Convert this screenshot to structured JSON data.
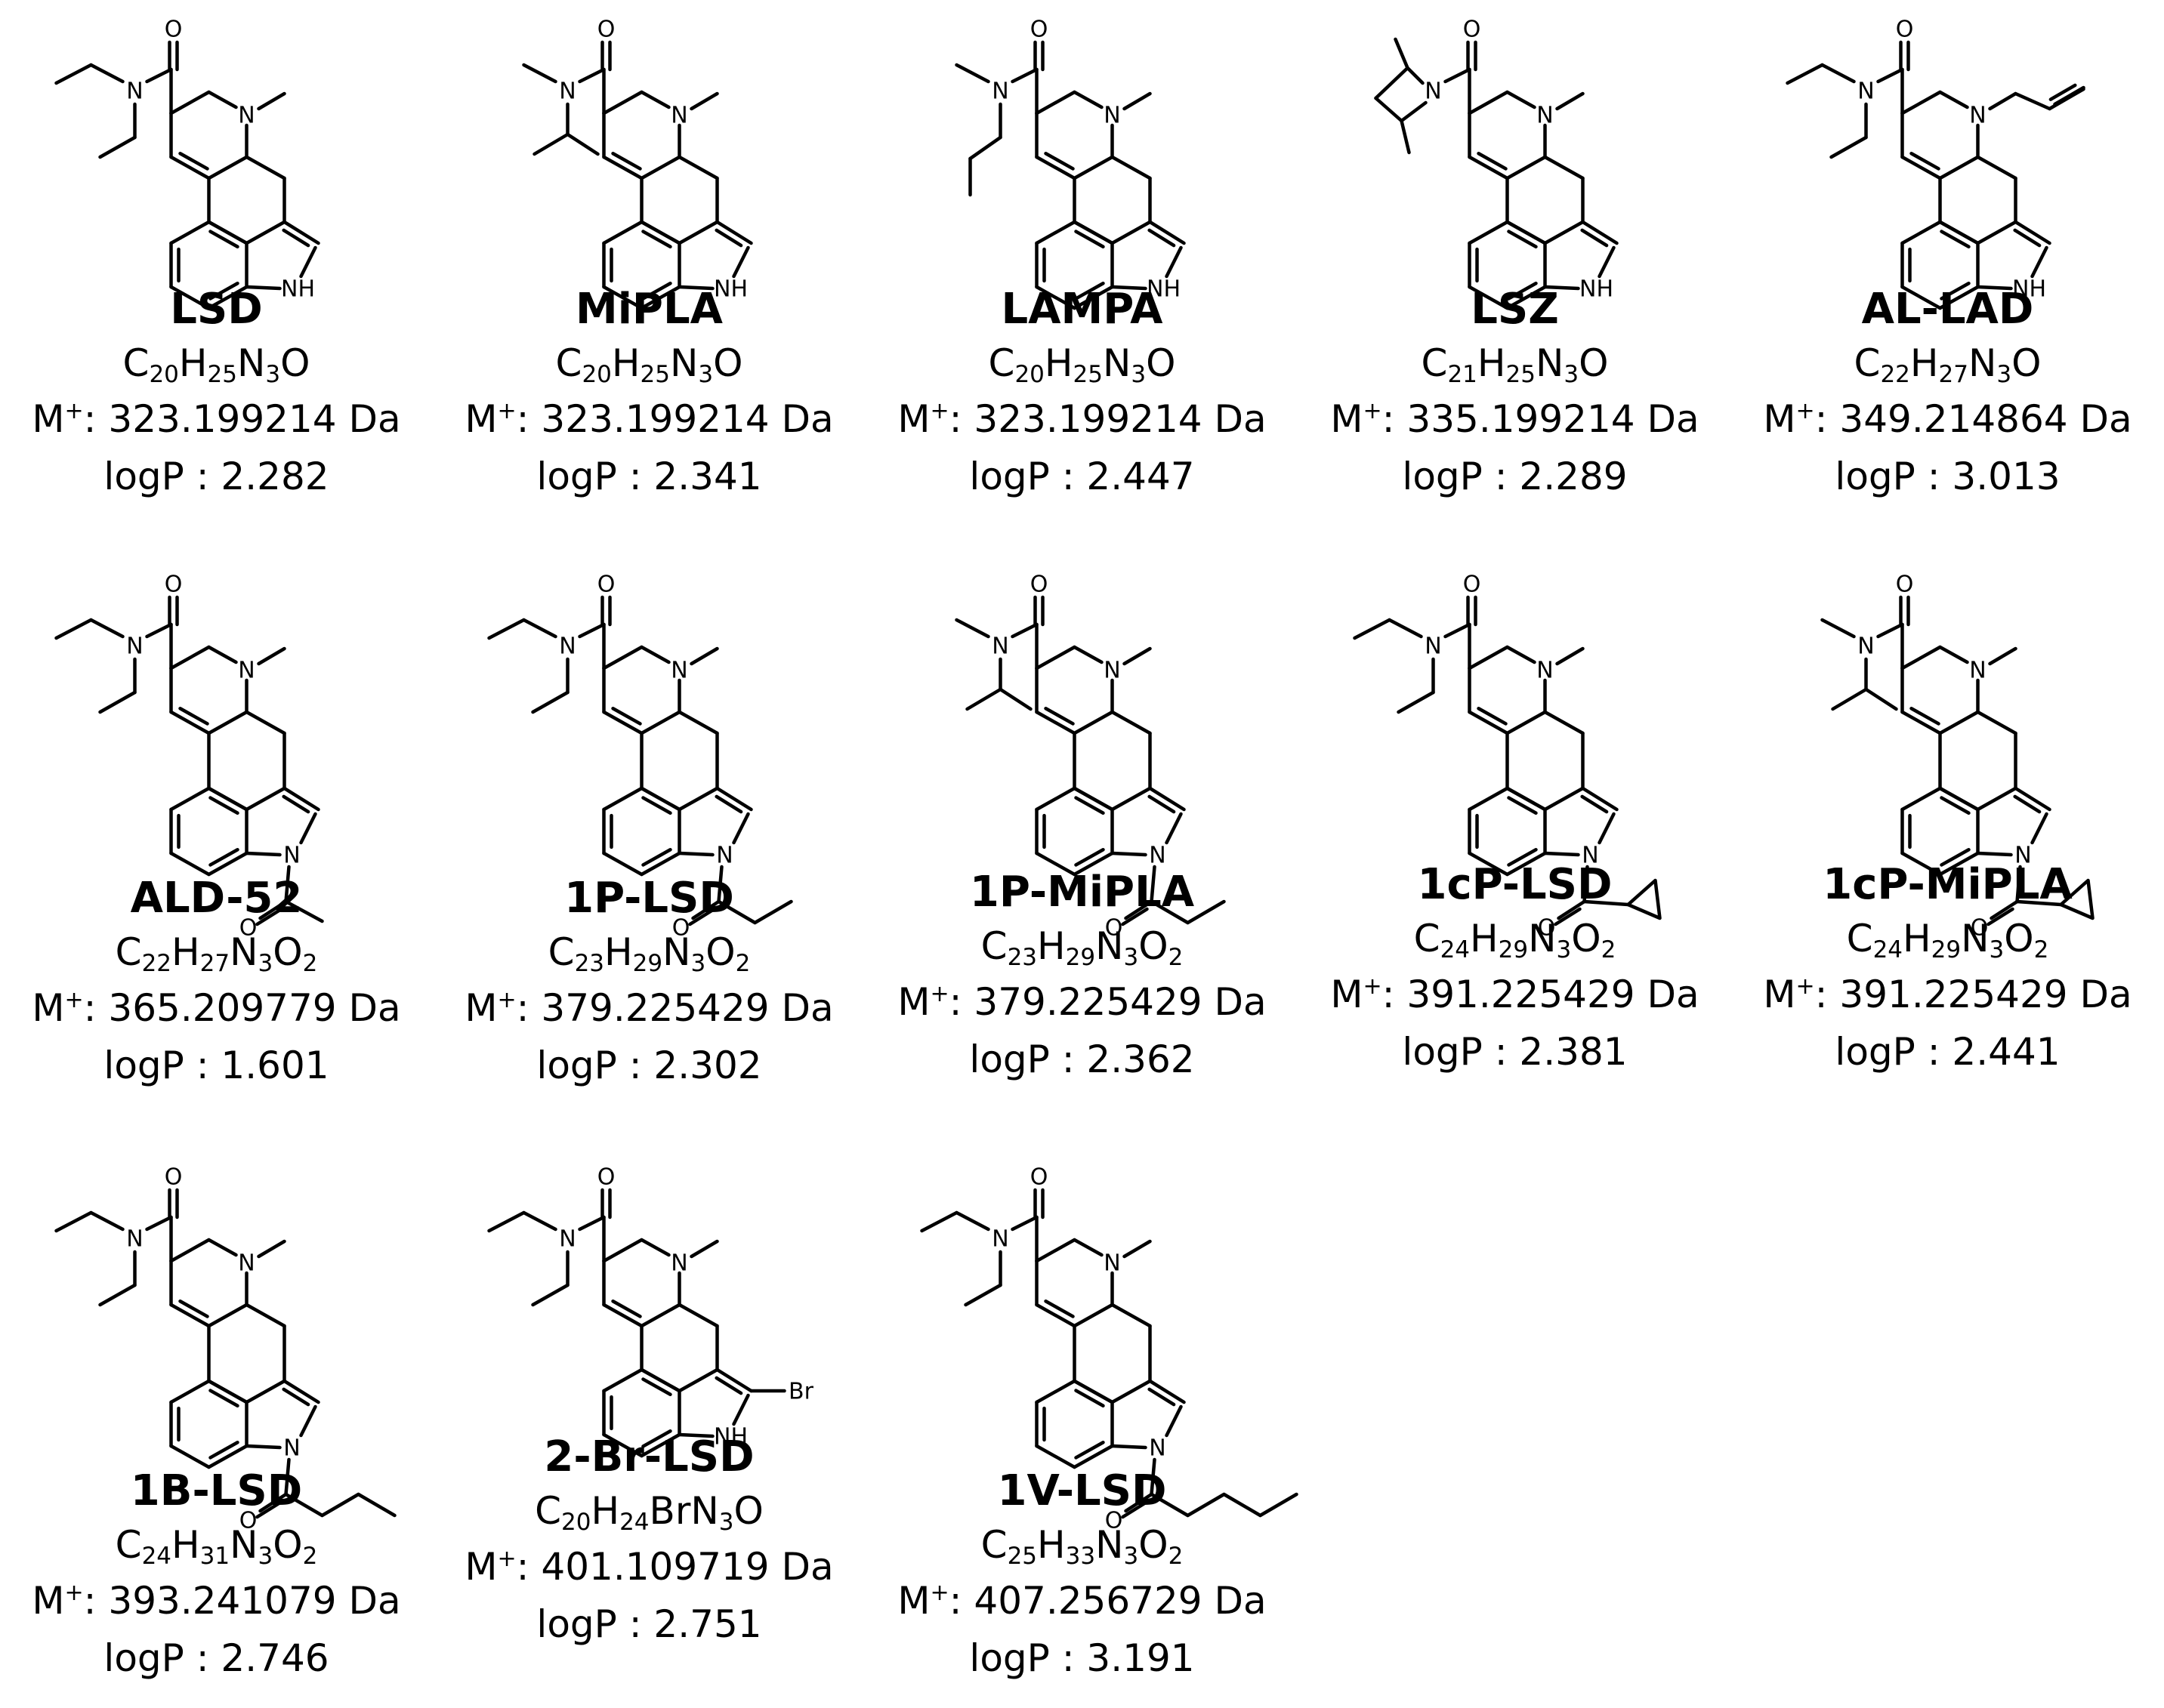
{
  "compounds": [
    {
      "name": "LSD",
      "formula": [
        [
          "C",
          "20"
        ],
        [
          "H",
          "25"
        ],
        [
          "N",
          "3"
        ],
        [
          "O",
          ""
        ]
      ],
      "mass_prefix": "M",
      "mass_sup": "+",
      "mass_value": ": 323.199214 Da",
      "logp": "logP : 2.282",
      "amide": "diethyl",
      "n6": "methyl",
      "n1": "H",
      "c2": ""
    },
    {
      "name": "MiPLA",
      "formula": [
        [
          "C",
          "20"
        ],
        [
          "H",
          "25"
        ],
        [
          "N",
          "3"
        ],
        [
          "O",
          ""
        ]
      ],
      "mass_prefix": "M",
      "mass_sup": "+",
      "mass_value": ": 323.199214 Da",
      "logp": "logP : 2.341",
      "amide": "methylisopropyl",
      "n6": "methyl",
      "n1": "H",
      "c2": ""
    },
    {
      "name": "LAMPA",
      "formula": [
        [
          "C",
          "20"
        ],
        [
          "H",
          "25"
        ],
        [
          "N",
          "3"
        ],
        [
          "O",
          ""
        ]
      ],
      "mass_prefix": "M",
      "mass_sup": "+",
      "mass_value": ": 323.199214 Da",
      "logp": "logP : 2.447",
      "amide": "methylpropyl",
      "n6": "methyl",
      "n1": "H",
      "c2": ""
    },
    {
      "name": "LSZ",
      "formula": [
        [
          "C",
          "21"
        ],
        [
          "H",
          "25"
        ],
        [
          "N",
          "3"
        ],
        [
          "O",
          ""
        ]
      ],
      "mass_prefix": "M",
      "mass_sup": "+",
      "mass_value": ": 335.199214 Da",
      "logp": "logP : 2.289",
      "amide": "dimethylazetidine",
      "n6": "methyl",
      "n1": "H",
      "c2": ""
    },
    {
      "name": "AL-LAD",
      "formula": [
        [
          "C",
          "22"
        ],
        [
          "H",
          "27"
        ],
        [
          "N",
          "3"
        ],
        [
          "O",
          ""
        ]
      ],
      "mass_prefix": "M",
      "mass_sup": "+",
      "mass_value": ": 349.214864 Da",
      "logp": "logP : 3.013",
      "amide": "diethyl",
      "n6": "allyl",
      "n1": "H",
      "c2": ""
    },
    {
      "name": "ALD-52",
      "formula": [
        [
          "C",
          "22"
        ],
        [
          "H",
          "27"
        ],
        [
          "N",
          "3"
        ],
        [
          "O",
          "2"
        ]
      ],
      "mass_prefix": "M",
      "mass_sup": "+",
      "mass_value": ": 365.209779 Da",
      "logp": "logP : 1.601",
      "amide": "diethyl",
      "n6": "methyl",
      "n1": "acetyl",
      "c2": ""
    },
    {
      "name": "1P-LSD",
      "formula": [
        [
          "C",
          "23"
        ],
        [
          "H",
          "29"
        ],
        [
          "N",
          "3"
        ],
        [
          "O",
          "2"
        ]
      ],
      "mass_prefix": "M",
      "mass_sup": "+",
      "mass_value": ": 379.225429 Da",
      "logp": "logP : 2.302",
      "amide": "diethyl",
      "n6": "methyl",
      "n1": "propanoyl",
      "c2": ""
    },
    {
      "name": "1P-MiPLA",
      "formula": [
        [
          "C",
          "23"
        ],
        [
          "H",
          "29"
        ],
        [
          "N",
          "3"
        ],
        [
          "O",
          "2"
        ]
      ],
      "mass_prefix": "M",
      "mass_sup": "+",
      "mass_value": ": 379.225429 Da",
      "logp": "logP : 2.362",
      "amide": "methylisopropyl",
      "n6": "methyl",
      "n1": "propanoyl",
      "c2": ""
    },
    {
      "name": "1cP-LSD",
      "formula": [
        [
          "C",
          "24"
        ],
        [
          "H",
          "29"
        ],
        [
          "N",
          "3"
        ],
        [
          "O",
          "2"
        ]
      ],
      "mass_prefix": "M",
      "mass_sup": "+",
      "mass_value": ": 391.225429 Da",
      "logp": "logP : 2.381",
      "amide": "diethyl",
      "n6": "methyl",
      "n1": "cyclopropanoyl",
      "c2": ""
    },
    {
      "name": "1cP-MiPLA",
      "formula": [
        [
          "C",
          "24"
        ],
        [
          "H",
          "29"
        ],
        [
          "N",
          "3"
        ],
        [
          "O",
          "2"
        ]
      ],
      "mass_prefix": "M",
      "mass_sup": "+",
      "mass_value": ": 391.225429 Da",
      "logp": "logP : 2.441",
      "amide": "methylisopropyl",
      "n6": "methyl",
      "n1": "cyclopropanoyl",
      "c2": ""
    },
    {
      "name": "1B-LSD",
      "formula": [
        [
          "C",
          "24"
        ],
        [
          "H",
          "31"
        ],
        [
          "N",
          "3"
        ],
        [
          "O",
          "2"
        ]
      ],
      "mass_prefix": "M",
      "mass_sup": "+",
      "mass_value": ": 393.241079 Da",
      "logp": "logP : 2.746",
      "amide": "diethyl",
      "n6": "methyl",
      "n1": "butanoyl",
      "c2": ""
    },
    {
      "name": "2-Br-LSD",
      "formula": [
        [
          "C",
          "20"
        ],
        [
          "H",
          "24"
        ],
        [
          "Br",
          ""
        ],
        [
          "N",
          "3"
        ],
        [
          "O",
          ""
        ]
      ],
      "mass_prefix": "M",
      "mass_sup": "+",
      "mass_value": ": 401.109719 Da",
      "logp": "logP : 2.751",
      "amide": "diethyl",
      "n6": "methyl",
      "n1": "H",
      "c2": "Br"
    },
    {
      "name": "1V-LSD",
      "formula": [
        [
          "C",
          "25"
        ],
        [
          "H",
          "33"
        ],
        [
          "N",
          "3"
        ],
        [
          "O",
          "2"
        ]
      ],
      "mass_prefix": "M",
      "mass_sup": "+",
      "mass_value": ": 407.256729 Da",
      "logp": "logP : 3.191",
      "amide": "diethyl",
      "n6": "methyl",
      "n1": "pentanoyl",
      "c2": ""
    }
  ],
  "atom_labels": {
    "N": "N",
    "O": "O",
    "NH": "NH",
    "Br": "Br"
  }
}
